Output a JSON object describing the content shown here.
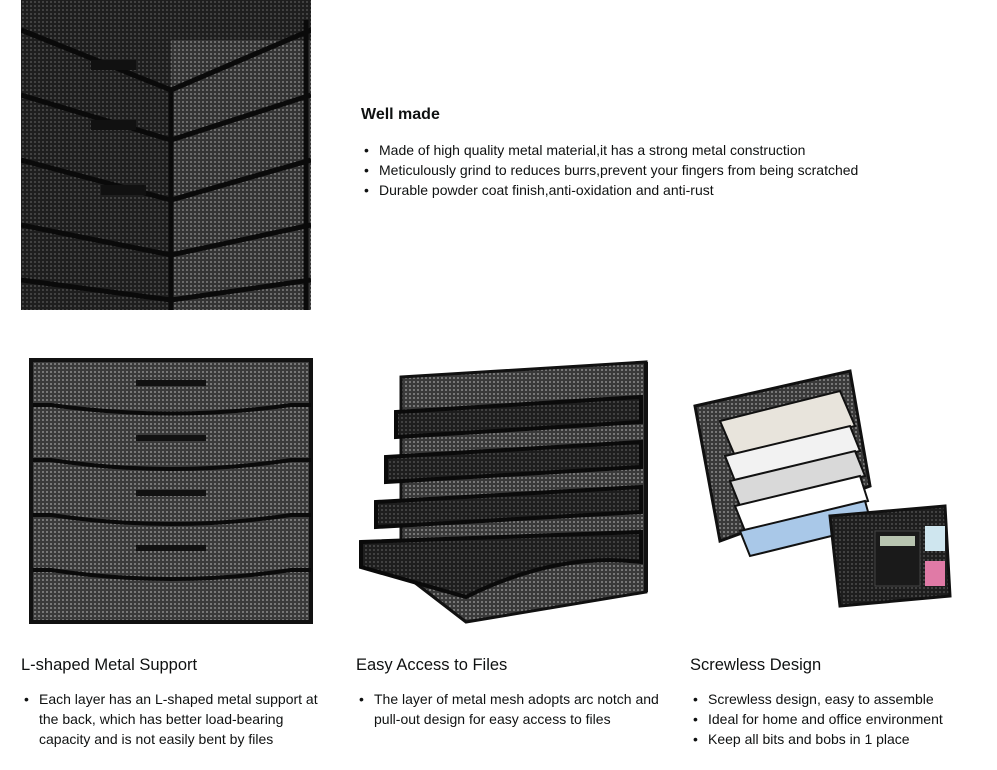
{
  "intro": {
    "heading": "Well made",
    "bullets": [
      "Made of high quality metal material,it has a strong metal construction",
      "Meticulously grind to reduces burrs,prevent your fingers from being scratched",
      "Durable powder coat finish,anti-oxidation and anti-rust"
    ]
  },
  "cards": [
    {
      "title": "L-shaped Metal Support",
      "bullets": [
        "Each layer has an L-shaped metal support at the back, which has better load-bearing capacity and is not easily bent by files"
      ]
    },
    {
      "title": "Easy Access to Files",
      "bullets": [
        "The layer of metal mesh adopts arc notch and pull-out design for easy access to files"
      ]
    },
    {
      "title": "Screwless Design",
      "bullets": [
        "Screwless design, easy to assemble",
        "Ideal for home and office environment",
        "Keep all bits and bobs in 1 place"
      ]
    }
  ],
  "colors": {
    "text": "#0f1111",
    "mesh": "#2a2a2a",
    "frame": "#111111"
  }
}
